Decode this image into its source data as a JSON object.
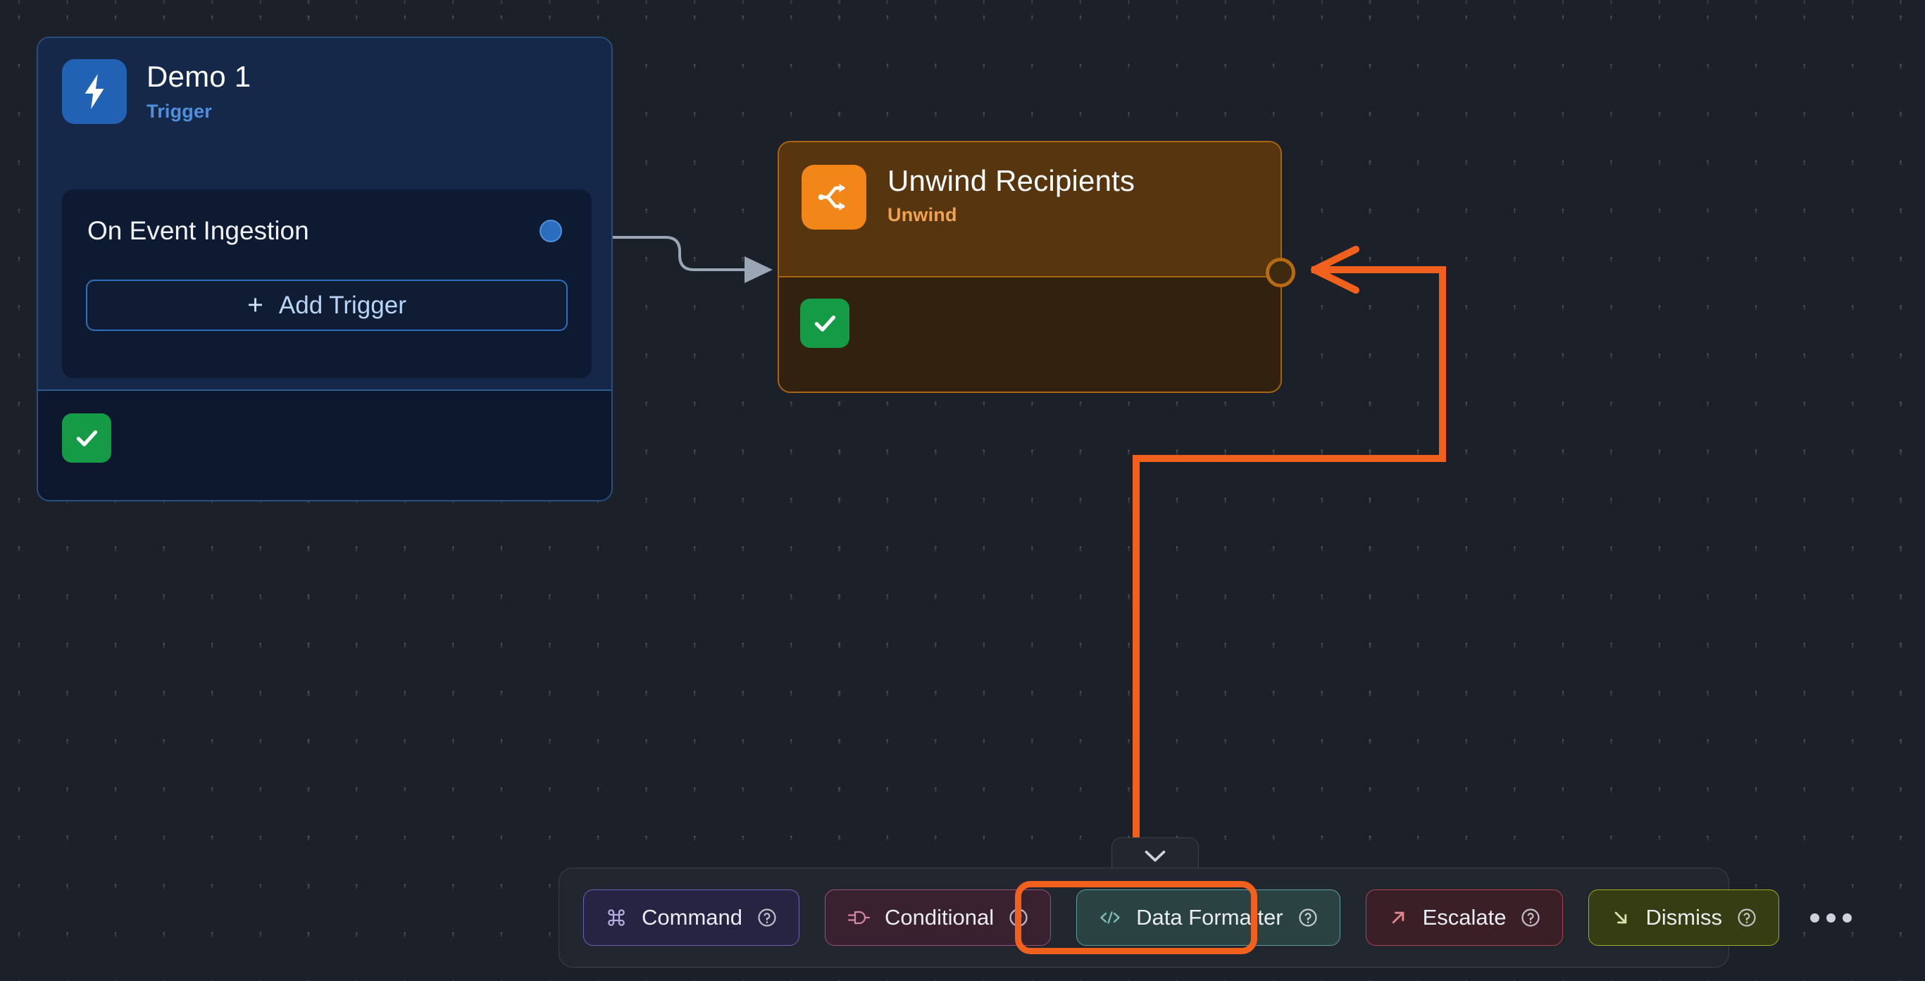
{
  "canvas": {
    "background_color": "#1c2029",
    "grid": "dotted"
  },
  "nodes": [
    {
      "id": "trigger",
      "title": "Demo 1",
      "subtitle": "Trigger",
      "icon": "lightning-bolt-icon",
      "accent_color": "#2262b4",
      "panel": {
        "label": "On Event Ingestion",
        "add_button_label": "Add Trigger",
        "add_button_icon": "plus-icon",
        "output_port": "output-port"
      },
      "status_icon": "check-icon",
      "status_color": "#159a46"
    },
    {
      "id": "unwind",
      "title": "Unwind Recipients",
      "subtitle": "Unwind",
      "icon": "shuffle-branch-icon",
      "accent_color": "#f28618",
      "input_port": "input-port",
      "status_icon": "check-icon",
      "status_color": "#159a46"
    }
  ],
  "edges": [
    {
      "from": "trigger.output-port",
      "to": "unwind.left",
      "color": "#9aa6b6",
      "style": "step"
    },
    {
      "from": "toolbar.data-formatter",
      "to": "unwind.input-port",
      "color": "#f2601d",
      "style": "step"
    }
  ],
  "toolbar": {
    "collapse_icon": "chevron-down-icon",
    "more_icon": "ellipsis-icon",
    "buttons": [
      {
        "label": "Command",
        "icon": "command-icon",
        "help_icon": "question-circle-icon",
        "color": "#6b62b8",
        "selected": false
      },
      {
        "label": "Conditional",
        "icon": "logic-gate-icon",
        "help_icon": "question-circle-icon",
        "color": "#9b5073",
        "selected": false
      },
      {
        "label": "Data Formatter",
        "icon": "code-brackets-icon",
        "help_icon": "question-circle-icon",
        "color": "#5e9e9e",
        "selected": true
      },
      {
        "label": "Escalate",
        "icon": "arrow-up-right-icon",
        "help_icon": "question-circle-icon",
        "color": "#b0434f",
        "selected": false
      },
      {
        "label": "Dismiss",
        "icon": "arrow-down-right-icon",
        "help_icon": "question-circle-icon",
        "color": "#99ac24",
        "selected": false
      }
    ],
    "highlight_color": "#f2601d"
  }
}
